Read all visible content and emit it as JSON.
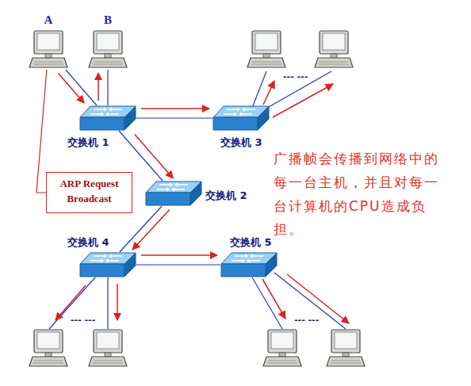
{
  "diagram": {
    "nodes": [
      {
        "text": [
          "A"
        ]
      },
      {
        "text": [
          "B"
        ]
      },
      {
        "text": [
          "交换机 1"
        ]
      },
      {
        "text": [
          "交换机 3"
        ]
      },
      {
        "text": [
          "ARP Request Broadcast"
        ]
      },
      {
        "text": [
          "交换机 2"
        ]
      },
      {
        "text": [
          "交换机 4"
        ]
      },
      {
        "text": [
          "交换机 5"
        ]
      }
    ],
    "edges": [
      {
        "from": 0,
        "to": 2,
        "arrow": "none"
      },
      {
        "from": 0,
        "to": 2,
        "arrow": "to"
      },
      {
        "from": 1,
        "to": 2,
        "arrow": "none"
      },
      {
        "from": 2,
        "to": 1,
        "arrow": "to"
      },
      {
        "from": 2,
        "to": 3,
        "arrow": "none"
      },
      {
        "from": 2,
        "to": 3,
        "arrow": "to"
      },
      {
        "from": 2,
        "to": 5,
        "arrow": "none"
      },
      {
        "from": 2,
        "to": 5,
        "arrow": "to"
      },
      {
        "from": 5,
        "to": 6,
        "arrow": "none"
      },
      {
        "from": 5,
        "to": 6,
        "arrow": "to"
      },
      {
        "from": 6,
        "to": 7,
        "arrow": "none"
      },
      {
        "from": 6,
        "to": 7,
        "arrow": "to"
      },
      {
        "from": 4,
        "to": 0,
        "arrow": "none"
      }
    ],
    "labels": [
      "--- ---",
      "--- ---",
      "--- ---",
      "广播帧会传播到网络中的每一台主机，并且对每一台计算机的CPU造成负担。"
    ]
  }
}
